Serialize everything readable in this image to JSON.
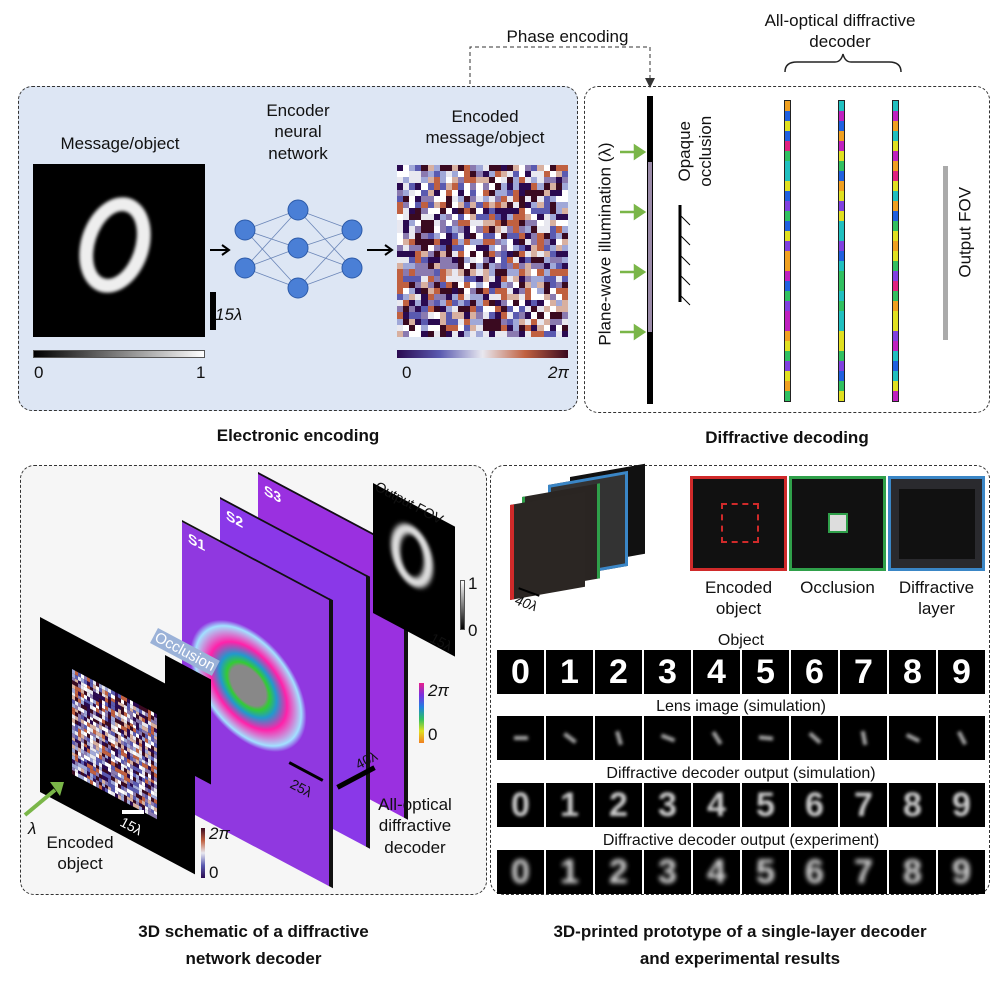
{
  "top": {
    "phase_encoding": "Phase encoding",
    "decoder_title": [
      "All-optical diffractive",
      "decoder"
    ]
  },
  "electronic": {
    "message_label": "Message/object",
    "encoder_label": [
      "Encoder",
      "neural",
      "network"
    ],
    "encoded_label": [
      "Encoded",
      "message/object"
    ],
    "scale": "15λ",
    "cbar_gray": {
      "min": "0",
      "max": "1"
    },
    "cbar_phase": {
      "min": "0",
      "max": "2π"
    },
    "caption": "Electronic encoding"
  },
  "diffractive": {
    "illumination": "Plane-wave illumination (λ)",
    "occlusion": [
      "Opaque",
      "occlusion"
    ],
    "output_fov": "Output FOV",
    "caption": "Diffractive decoding"
  },
  "schematic": {
    "layers": [
      "S1",
      "S2",
      "S3"
    ],
    "output_fov": "Output FOV",
    "occlusion": "Occlusion",
    "scale_out": "15λ",
    "cbar_out": {
      "max": "1",
      "min": "0"
    },
    "cbar_layer": {
      "max": "2π",
      "min": "0"
    },
    "scale_25": "25λ",
    "scale_40": "40λ",
    "decoder": [
      "All-optical",
      "diffractive",
      "decoder"
    ],
    "lambda": "λ",
    "scale_obj": "15λ",
    "encoded": [
      "Encoded",
      "object"
    ],
    "cbar_obj": {
      "max": "2π",
      "min": "0"
    },
    "caption": [
      "3D schematic of a diffractive",
      "network decoder"
    ]
  },
  "prototype": {
    "scale": "40λ",
    "photos": [
      {
        "label": [
          "Encoded",
          "object"
        ],
        "color": "#d02a2a"
      },
      {
        "label": [
          "Occlusion"
        ],
        "color": "#2fa04a"
      },
      {
        "label": [
          "Diffractive",
          "layer"
        ],
        "color": "#3a86c6"
      }
    ],
    "rows": [
      {
        "label": "Object"
      },
      {
        "label": "Lens image (simulation)"
      },
      {
        "label": "Diffractive decoder output (simulation)"
      },
      {
        "label": "Diffractive decoder output (experiment)"
      }
    ],
    "digits": [
      "0",
      "1",
      "2",
      "3",
      "4",
      "5",
      "6",
      "7",
      "8",
      "9"
    ],
    "caption": [
      "3D-printed prototype of a single-layer decoder",
      "and experimental results"
    ]
  }
}
